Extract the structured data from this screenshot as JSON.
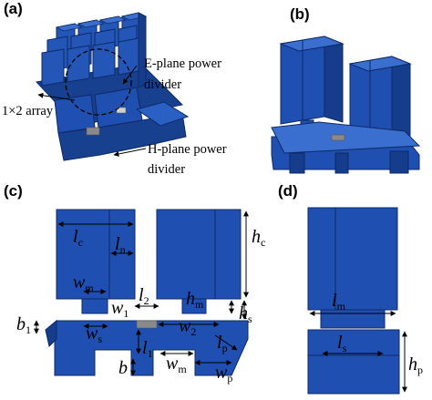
{
  "panels": {
    "a": "(a)",
    "b": "(b)",
    "c": "(c)",
    "d": "(d)"
  },
  "callouts": {
    "e_plane_line1": "E-plane power",
    "e_plane_line2": "divider",
    "array": "1×2 array",
    "h_plane_line1": "H-plane power",
    "h_plane_line2": "divider"
  },
  "dimensions": {
    "lc": {
      "main": "l",
      "sub": "c"
    },
    "ln": {
      "main": "l",
      "sub": "n"
    },
    "hc": {
      "main": "h",
      "sub": "c"
    },
    "wm_upper": {
      "main": "w",
      "sub": "m"
    },
    "w1": {
      "main": "w",
      "sub": "1"
    },
    "l2": {
      "main": "l",
      "sub": "2"
    },
    "hm": {
      "main": "h",
      "sub": "m"
    },
    "hs": {
      "main": "h",
      "sub": "s"
    },
    "b1": {
      "main": "b",
      "sub": "1"
    },
    "ws": {
      "main": "w",
      "sub": "s"
    },
    "w2": {
      "main": "w",
      "sub": "2"
    },
    "lp": {
      "main": "l",
      "sub": "p"
    },
    "l1": {
      "main": "l",
      "sub": "1"
    },
    "b": {
      "main": "b",
      "sub": ""
    },
    "wm_lower": {
      "main": "w",
      "sub": "m"
    },
    "wp": {
      "main": "w",
      "sub": "p"
    },
    "lm": {
      "main": "l",
      "sub": "m"
    },
    "ls": {
      "main": "l",
      "sub": "s"
    },
    "hp": {
      "main": "h",
      "sub": "p"
    }
  },
  "colors": {
    "metal_blue": "#1f4fb0",
    "metal_dark": "#163c8c",
    "metal_light": "#3a6fd0",
    "edge": "#0e2a66",
    "gray_part": "#8a8a8a",
    "line": "#000000"
  }
}
